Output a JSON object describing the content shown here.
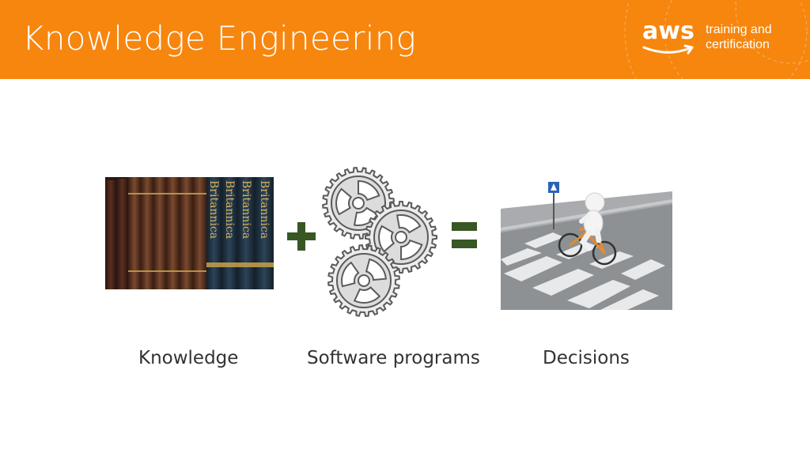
{
  "slide": {
    "title": "Knowledge Engineering",
    "header_color": "#f7860e",
    "operator_color": "#385723"
  },
  "logo": {
    "wordmark": "aws",
    "tagline_line1": "training and",
    "tagline_line2": "certification"
  },
  "books": {
    "spine_text": "Britannica"
  },
  "captions": {
    "knowledge": "Knowledge",
    "software": "Software programs",
    "decisions": "Decisions"
  }
}
